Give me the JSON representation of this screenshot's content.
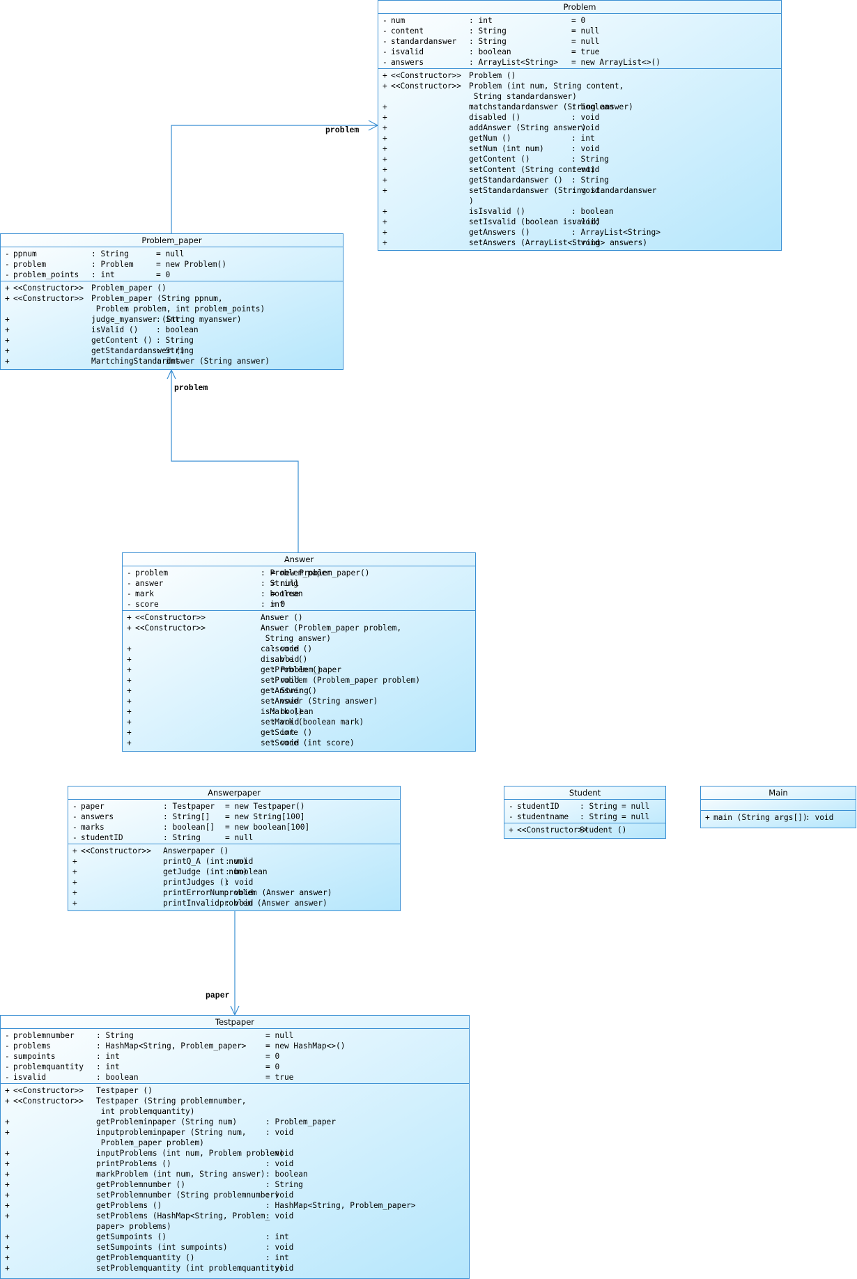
{
  "classes": [
    {
      "name": "Problem",
      "attributes": [
        [
          "-",
          "num",
          ": int",
          "= 0"
        ],
        [
          "-",
          "content",
          ": String",
          "= null"
        ],
        [
          "-",
          "standardanswer",
          ": String",
          "= null"
        ],
        [
          "-",
          "isvalid",
          ": boolean",
          "= true"
        ],
        [
          "-",
          "answers",
          ": ArrayList<String>",
          "= new ArrayList<>()"
        ]
      ],
      "operations": [
        [
          "+",
          "<<Constructor>>",
          "Problem ()",
          ""
        ],
        [
          "+",
          "<<Constructor>>",
          "Problem (int num, String content,",
          ""
        ],
        [
          "",
          "",
          " String standardanswer)",
          ""
        ],
        [
          "+",
          "",
          "matchstandardanswer (String answer)",
          ": boolean"
        ],
        [
          "+",
          "",
          "disabled ()",
          ": void"
        ],
        [
          "+",
          "",
          "addAnswer (String answer)",
          ": void"
        ],
        [
          "+",
          "",
          "getNum ()",
          ": int"
        ],
        [
          "+",
          "",
          "setNum (int num)",
          ": void"
        ],
        [
          "+",
          "",
          "getContent ()",
          ": String"
        ],
        [
          "+",
          "",
          "setContent (String content)",
          ": void"
        ],
        [
          "+",
          "",
          "getStandardanswer ()",
          ": String"
        ],
        [
          "+",
          "",
          "setStandardanswer (String standardanswer",
          ": void"
        ],
        [
          "",
          "",
          ")",
          ""
        ],
        [
          "+",
          "",
          "isIsvalid ()",
          ": boolean"
        ],
        [
          "+",
          "",
          "setIsvalid (boolean isvalid)",
          ": void"
        ],
        [
          "+",
          "",
          "getAnswers ()",
          ": ArrayList<String>"
        ],
        [
          "+",
          "",
          "setAnswers (ArrayList<String> answers)",
          ": void"
        ]
      ]
    },
    {
      "name": "Problem_paper",
      "attributes": [
        [
          "-",
          "ppnum",
          ": String",
          "= null"
        ],
        [
          "-",
          "problem",
          ": Problem",
          "= new Problem()"
        ],
        [
          "-",
          "problem_points",
          ": int",
          "= 0"
        ]
      ],
      "operations": [
        [
          "+",
          "<<Constructor>>",
          "Problem_paper ()",
          ""
        ],
        [
          "+",
          "<<Constructor>>",
          "Problem_paper (String ppnum,",
          ""
        ],
        [
          "",
          "",
          " Problem problem, int problem_points)",
          ""
        ],
        [
          "+",
          "",
          "judge_myanswer (String myanswer)",
          ": int"
        ],
        [
          "+",
          "",
          "isValid ()",
          ": boolean"
        ],
        [
          "+",
          "",
          "getContent ()",
          ": String"
        ],
        [
          "+",
          "",
          "getStandardanswer ()",
          ": String"
        ],
        [
          "+",
          "",
          "MartchingStandardnswer (String answer)",
          ": int"
        ]
      ]
    },
    {
      "name": "Answer",
      "attributes": [
        [
          "-",
          "problem",
          ": Problem_paper",
          "= new Problem_paper()"
        ],
        [
          "-",
          "answer",
          ": String",
          "= null"
        ],
        [
          "-",
          "mark",
          ": boolean",
          "= true"
        ],
        [
          "-",
          "score",
          ": int",
          "= 0"
        ]
      ],
      "operations": [
        [
          "+",
          "<<Constructor>>",
          "Answer ()",
          ""
        ],
        [
          "+",
          "<<Constructor>>",
          "Answer (Problem_paper problem,",
          ""
        ],
        [
          "",
          "",
          " String answer)",
          ""
        ],
        [
          "+",
          "",
          "calscore ()",
          ": void"
        ],
        [
          "+",
          "",
          "disable ()",
          ": void"
        ],
        [
          "+",
          "",
          "getProblem ()",
          ": Problem_paper"
        ],
        [
          "+",
          "",
          "setProblem (Problem_paper problem)",
          ": void"
        ],
        [
          "+",
          "",
          "getAnswer ()",
          ": String"
        ],
        [
          "+",
          "",
          "setAnswer (String answer)",
          ": void"
        ],
        [
          "+",
          "",
          "isMark ()",
          ": boolean"
        ],
        [
          "+",
          "",
          "setMark (boolean mark)",
          ": void"
        ],
        [
          "+",
          "",
          "getScore ()",
          ": int"
        ],
        [
          "+",
          "",
          "setScore (int score)",
          ": void"
        ]
      ]
    },
    {
      "name": "Answerpaper",
      "attributes": [
        [
          "-",
          "paper",
          ": Testpaper",
          "= new Testpaper()"
        ],
        [
          "-",
          "answers",
          ": String[]",
          "= new String[100]"
        ],
        [
          "-",
          "marks",
          ": boolean[]",
          "= new boolean[100]"
        ],
        [
          "-",
          "studentID",
          ": String",
          "= null"
        ]
      ],
      "operations": [
        [
          "+",
          "<<Constructor>>",
          "Answerpaper ()",
          ""
        ],
        [
          "+",
          "",
          "printQ_A (int num)",
          ": void"
        ],
        [
          "+",
          "",
          "getJudge (int num)",
          ": boolean"
        ],
        [
          "+",
          "",
          "printJudges ()",
          ": void"
        ],
        [
          "+",
          "",
          "printErrorNumproblem (Answer answer)",
          ": void"
        ],
        [
          "+",
          "",
          "printInvalidproblem (Answer answer)",
          ": void"
        ]
      ]
    },
    {
      "name": "Student",
      "attributes": [
        [
          "-",
          "studentID",
          ": String",
          "= null"
        ],
        [
          "-",
          "studentname",
          ": String",
          "= null"
        ]
      ],
      "operations": [
        [
          "+",
          "<<Constructor>>",
          "Student ()",
          ""
        ]
      ]
    },
    {
      "name": "Main",
      "attributes": [],
      "operations": [
        [
          "+",
          "main (String args[])",
          "",
          ": void"
        ]
      ]
    },
    {
      "name": "Testpaper",
      "attributes": [
        [
          "-",
          "problemnumber",
          ": String",
          "= null"
        ],
        [
          "-",
          "problems",
          ": HashMap<String, Problem_paper>",
          "= new HashMap<>()"
        ],
        [
          "-",
          "sumpoints",
          ": int",
          "= 0"
        ],
        [
          "-",
          "problemquantity",
          ": int",
          "= 0"
        ],
        [
          "-",
          "isvalid",
          ": boolean",
          "= true"
        ]
      ],
      "operations": [
        [
          "+",
          "<<Constructor>>",
          "Testpaper ()",
          ""
        ],
        [
          "+",
          "<<Constructor>>",
          "Testpaper (String problemnumber,",
          ""
        ],
        [
          "",
          "",
          " int problemquantity)",
          ""
        ],
        [
          "+",
          "",
          "getProbleminpaper (String num)",
          ": Problem_paper"
        ],
        [
          "+",
          "",
          "inputprobleminpaper (String num,",
          ": void"
        ],
        [
          "",
          "",
          " Problem_paper problem)",
          ""
        ],
        [
          "+",
          "",
          "inputProblems (int num, Problem problem)",
          ": void"
        ],
        [
          "+",
          "",
          "printProblems ()",
          ": void"
        ],
        [
          "+",
          "",
          "markProblem (int num, String answer)",
          ": boolean"
        ],
        [
          "+",
          "",
          "getProblemnumber ()",
          ": String"
        ],
        [
          "+",
          "",
          "setProblemnumber (String problemnumber)",
          ": void"
        ],
        [
          "+",
          "",
          "getProblems ()",
          ": HashMap<String, Problem_paper>"
        ],
        [
          "+",
          "",
          "setProblems (HashMap<String, Problem_",
          ": void"
        ],
        [
          "",
          "",
          "paper> problems)",
          ""
        ],
        [
          "+",
          "",
          "getSumpoints ()",
          ": int"
        ],
        [
          "+",
          "",
          "setSumpoints (int sumpoints)",
          ": void"
        ],
        [
          "+",
          "",
          "getProblemquantity ()",
          ": int"
        ],
        [
          "+",
          "",
          "setProblemquantity (int problemquantity)",
          ": void"
        ]
      ]
    }
  ],
  "associations": [
    {
      "from": "Problem_paper",
      "to": "Problem",
      "label": "problem"
    },
    {
      "from": "Answer",
      "to": "Problem_paper",
      "label": "problem"
    },
    {
      "from": "Answerpaper",
      "to": "Testpaper",
      "label": "paper"
    }
  ]
}
